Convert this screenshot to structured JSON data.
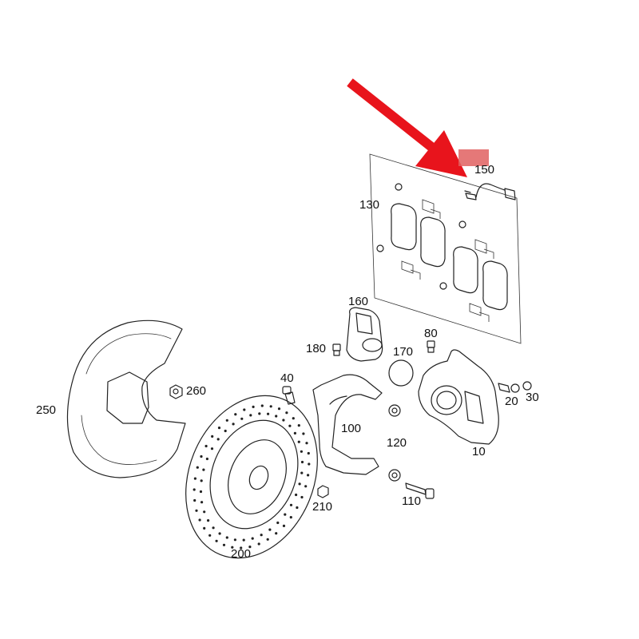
{
  "labels": {
    "p10": "10",
    "p20": "20",
    "p30": "30",
    "p40": "40",
    "p80": "80",
    "p100": "100",
    "p110": "110",
    "p120": "120",
    "p130": "130",
    "p150": "150",
    "p160": "160",
    "p170": "170",
    "p180": "180",
    "p200": "200",
    "p210": "210",
    "p250": "250",
    "p260": "260"
  },
  "colors": {
    "arrow": "#e8141c",
    "highlight": "#e06060",
    "line": "#222222"
  }
}
